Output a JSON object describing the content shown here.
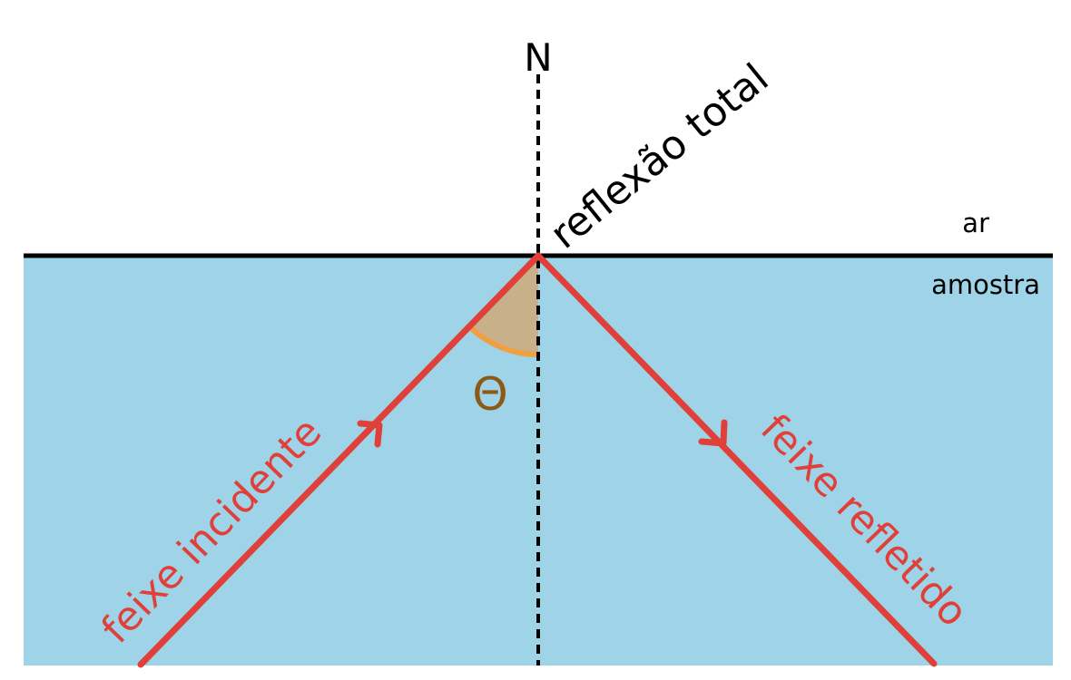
{
  "labels": {
    "normal": "N",
    "total_reflection": "reflexão total",
    "air": "ar",
    "sample": "amostra",
    "theta": "Θ",
    "incident_beam": "feixe incidente",
    "reflected_beam": "feixe refletido"
  },
  "colors": {
    "sample_fill": "#9fd3e8",
    "interface_line": "#000000",
    "normal_line": "#000000",
    "beam": "#e0403a",
    "angle_fill": "#c8b08a",
    "angle_arc": "#f0a040",
    "theta_text": "#8b5a16",
    "text": "#000000"
  }
}
